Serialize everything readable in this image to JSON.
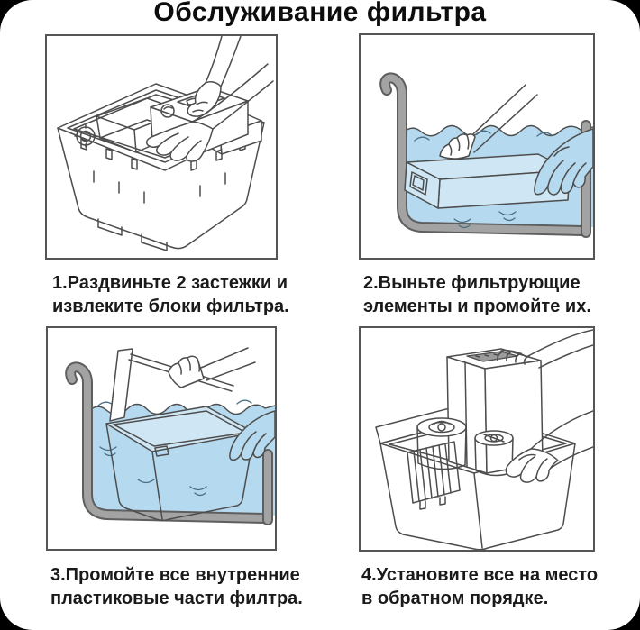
{
  "page": {
    "title": "Обслуживание фильтра",
    "background": "#000000",
    "card": "#ffffff"
  },
  "colors": {
    "water": "#b5d9ee",
    "water_light": "#cfe7f5",
    "basin_dark": "#5e5e5e",
    "basin_light": "#a3a3a3",
    "line": "#4d4d4d",
    "ripple": "#4a6e84",
    "text": "#1a1a1a",
    "panel_border": "#555555"
  },
  "steps": [
    {
      "number": "1",
      "line1": "1.Раздвиньте 2 застежки и",
      "line2": "извлеките блоки фильтра.",
      "depicts": "hands pulling filter blocks out of the tank"
    },
    {
      "number": "2",
      "line1": "2.Выньте фильтрующие",
      "line2": "элементы и промойте их.",
      "depicts": "hands rinsing a filter element in a basin of water"
    },
    {
      "number": "3",
      "line1": "3.Промойте все внутренние",
      "line2": "пластиковые части филтра.",
      "depicts": "washing the plastic tank in a basin of water"
    },
    {
      "number": "4",
      "line1": "4.Установите все на место",
      "line2": "в обратном порядке.",
      "depicts": "hands reassembling the filter parts into the tank"
    }
  ]
}
